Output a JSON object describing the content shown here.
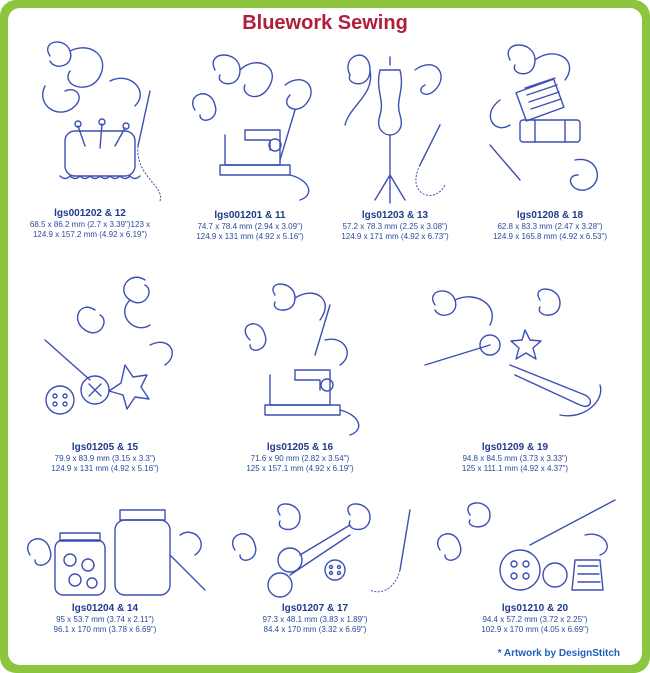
{
  "title": "Bluework Sewing",
  "credit": "* Artwork by DesignStitch",
  "colors": {
    "frame": "#8cc63f",
    "title": "#b01e3c",
    "ink": "#3b4fb5"
  },
  "designs": [
    {
      "code": "lgs001202 & 12",
      "dim1": "68.5 x 86.2 mm (2.7 x 3.39\")123 x",
      "dim2": "124.9 x 157.2 mm (4.92 x 6.19\")",
      "icon": "pin-cushion-icon"
    },
    {
      "code": "lgs001201 & 11",
      "dim1": "74.7 x 78.4 mm (2.94 x 3.09\")",
      "dim2": "124.9 x 131 mm (4.92 x 5.16\")",
      "icon": "sewing-machine-icon"
    },
    {
      "code": "lgs01203 & 13",
      "dim1": "57.2 x 78.3 mm (2.25 x 3.08\")",
      "dim2": "124.9 x 171 mm (4.92 x 6.73\")",
      "icon": "dress-form-icon"
    },
    {
      "code": "lgs01208 & 18",
      "dim1": "62.8 x 83.3 mm (2.47 x 3.28\")",
      "dim2": "124.9 x 165.8 mm (4.92 x 6.53\")",
      "icon": "thread-spools-icon"
    },
    {
      "code": "lgs01205 & 15",
      "dim1": "79.9 x 83.9 mm (3.15 x 3.3\")",
      "dim2": "124.9 x 131 mm (4.92 x 5.16\")",
      "icon": "buttons-needle-icon"
    },
    {
      "code": "lgs01205 & 16",
      "dim1": "71.6 x 90 mm (2.82 x 3.54\")",
      "dim2": "125 x 157.1 mm (4.92 x 6.19\")",
      "icon": "sewing-machine-icon"
    },
    {
      "code": "lgs01209 & 19",
      "dim1": "94.8 x 84.5 mm (3.73 x 3.33\")",
      "dim2": "125 x 111.1 mm (4.92 x 4.37\")",
      "icon": "safety-pin-icon"
    },
    {
      "code": "lgs01204 & 14",
      "dim1": "95 x 53.7 mm (3.74 x 2.11\")",
      "dim2": "96.1 x 170 mm (3.78 x 6.69\")",
      "icon": "button-jars-icon"
    },
    {
      "code": "lgs01207 & 17",
      "dim1": "97.3 x 48.1 mm (3.83 x 1.89\")",
      "dim2": "84.4 x 170 mm (3.32 x 6.69\")",
      "icon": "scissors-icon"
    },
    {
      "code": "lgs01210 & 20",
      "dim1": "94.4 x 57.2 mm (3.72 x 2.25\")",
      "dim2": "102.9 x 170 mm (4.05 x 6.69\")",
      "icon": "buttons-thimble-icon"
    }
  ]
}
